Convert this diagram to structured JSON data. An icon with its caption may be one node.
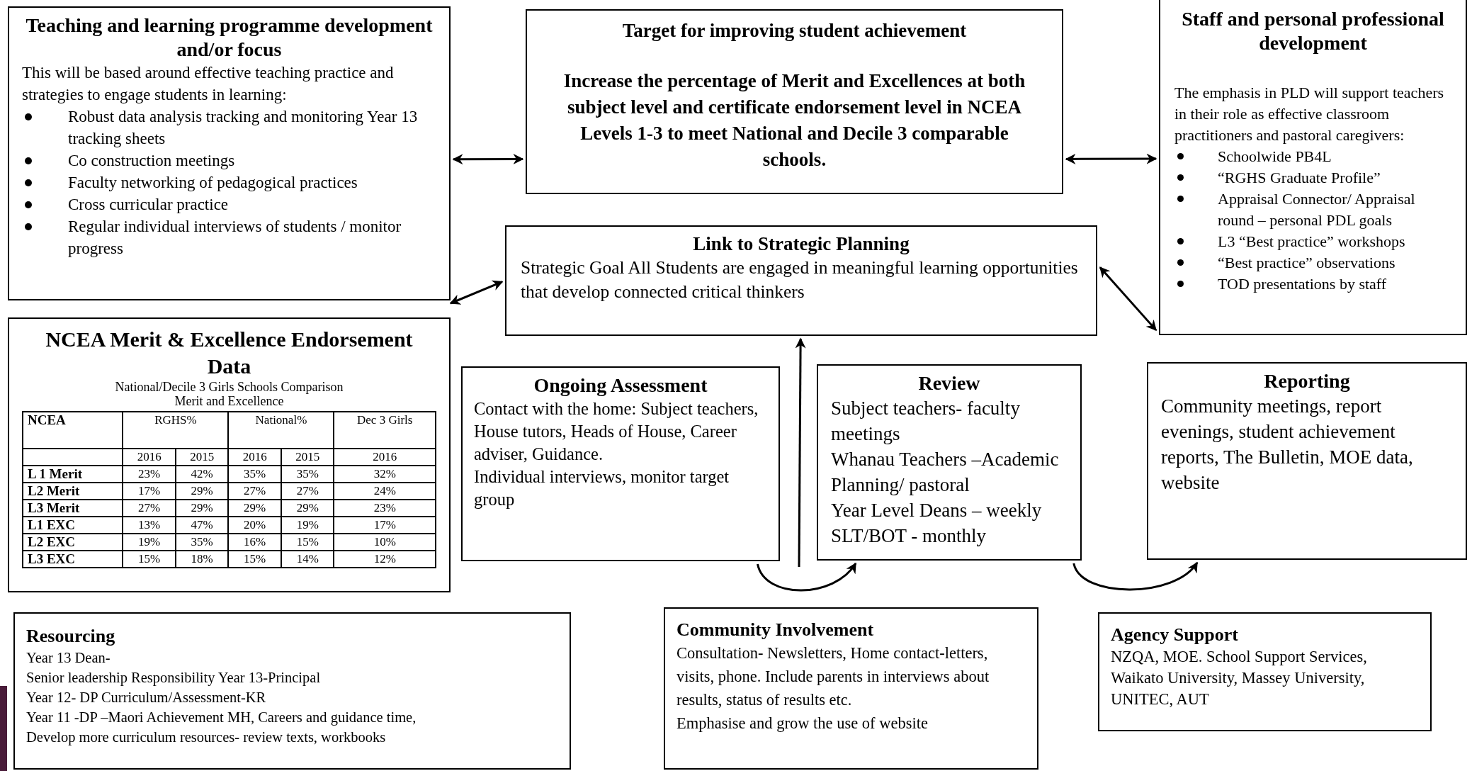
{
  "diagram": {
    "nodes": [
      {
        "text": [
          "Teaching and learning programme development and/or focus",
          "This will be based around effective teaching practice and strategies to engage students in learning:",
          "Robust data analysis tracking and monitoring Year 13 tracking sheets",
          "Co construction meetings",
          "Faculty networking of pedagogical practices",
          "Cross curricular practice",
          "Regular individual interviews of students / monitor progress"
        ]
      },
      {
        "text": [
          "Target for improving student achievement",
          "Increase the percentage of Merit and Excellences at both subject level and certificate endorsement level in NCEA Levels 1-3 to meet National and Decile 3 comparable schools."
        ]
      },
      {
        "text": [
          "Staff and personal professional development",
          "The emphasis in PLD will support teachers in their role as effective classroom practitioners and pastoral caregivers:",
          "Schoolwide PB4L",
          "“RGHS Graduate Profile”",
          "Appraisal Connector/ Appraisal round – personal PDL goals",
          "L3 “Best practice” workshops",
          "“Best practice” observations",
          "TOD presentations by staff"
        ]
      },
      {
        "text": [
          "Link to Strategic Planning",
          "Strategic Goal All Students are engaged in meaningful learning opportunities that develop connected critical thinkers"
        ]
      },
      {
        "text": [
          "NCEA Merit & Excellence Endorsement Data",
          "National/Decile 3 Girls Schools Comparison",
          "Merit and Excellence"
        ]
      },
      {
        "text": [
          "Ongoing Assessment",
          "Contact with the home: Subject teachers, House tutors, Heads of House, Career adviser, Guidance.",
          "Individual interviews, monitor target group"
        ]
      },
      {
        "text": [
          "Review",
          "Subject teachers- faculty meetings",
          "Whanau Teachers –Academic Planning/ pastoral",
          "Year Level Deans – weekly",
          "SLT/BOT - monthly"
        ]
      },
      {
        "text": [
          "Reporting",
          "Community meetings, report evenings, student achievement reports, The Bulletin, MOE data, website"
        ]
      },
      {
        "text": [
          "Resourcing",
          "Year 13 Dean-",
          "Senior leadership Responsibility Year 13-Principal",
          "Year 12- DP Curriculum/Assessment-KR",
          "Year 11 -DP –Maori Achievement MH, Careers and guidance time,",
          "Develop more curriculum resources- review texts, workbooks"
        ]
      },
      {
        "text": [
          "Community Involvement",
          "Consultation- Newsletters, Home contact-letters, visits, phone. Include parents in interviews about results, status of results etc.",
          "Emphasise and grow the use of website"
        ]
      },
      {
        "text": [
          "Agency Support",
          "NZQA, MOE. School Support Services, Waikato University, Massey University, UNITEC, AUT"
        ]
      }
    ],
    "edges": [
      {
        "from": 0,
        "to": 1,
        "arrow": "both"
      },
      {
        "from": 1,
        "to": 2,
        "arrow": "both"
      },
      {
        "from": 0,
        "to": 3,
        "arrow": "both"
      },
      {
        "from": 3,
        "to": 2,
        "arrow": "both"
      },
      {
        "from": null,
        "to": 3,
        "arrow": "to"
      },
      {
        "from": 5,
        "to": 6,
        "arrow": "to"
      },
      {
        "from": 6,
        "to": 7,
        "arrow": "to"
      }
    ],
    "labels": [
      "NCEA",
      "RGHS%",
      "National%",
      "Dec 3 Girls",
      "2016",
      "2015",
      "2016",
      "2015",
      "2016",
      "L 1 Merit",
      "23%",
      "42%",
      "35%",
      "35%",
      "32%",
      "L2 Merit",
      "17%",
      "29%",
      "27%",
      "27%",
      "24%",
      "L3 Merit",
      "27%",
      "29%",
      "29%",
      "29%",
      "23%",
      "L1 EXC",
      "13%",
      "47%",
      "20%",
      "19%",
      "17%",
      "L2 EXC",
      "19%",
      "35%",
      "16%",
      "15%",
      "10%",
      "L3 EXC",
      "15%",
      "18%",
      "15%",
      "14%",
      "12%"
    ]
  }
}
